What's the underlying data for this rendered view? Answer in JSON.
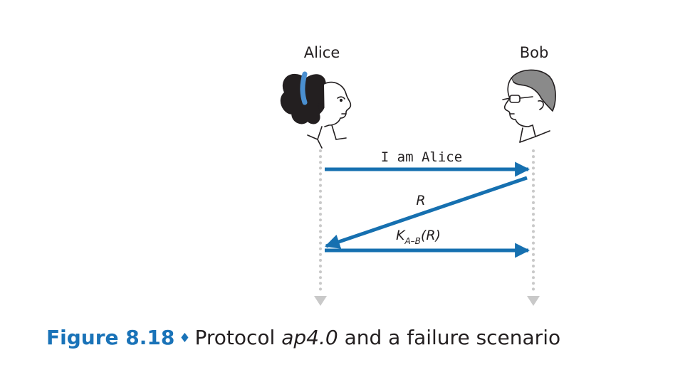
{
  "parties": {
    "alice": "Alice",
    "bob": "Bob"
  },
  "messages": [
    {
      "text": "I am Alice",
      "direction": "alice-to-bob"
    },
    {
      "text": "R",
      "direction": "bob-to-alice"
    },
    {
      "key": "K",
      "subscript": "A–B",
      "arg": "(R)",
      "direction": "alice-to-bob"
    }
  ],
  "caption": {
    "label": "Figure 8.18",
    "separator": "♦",
    "text_before": "Protocol ",
    "italic": "ap4.0",
    "text_after": " and a failure scenario"
  },
  "colors": {
    "arrow": "#1670b0",
    "lifeline": "#c9c9c9",
    "figure_label": "#1a73b8",
    "text": "#231f20"
  },
  "icons": [
    "alice-portrait-icon",
    "bob-portrait-icon"
  ]
}
